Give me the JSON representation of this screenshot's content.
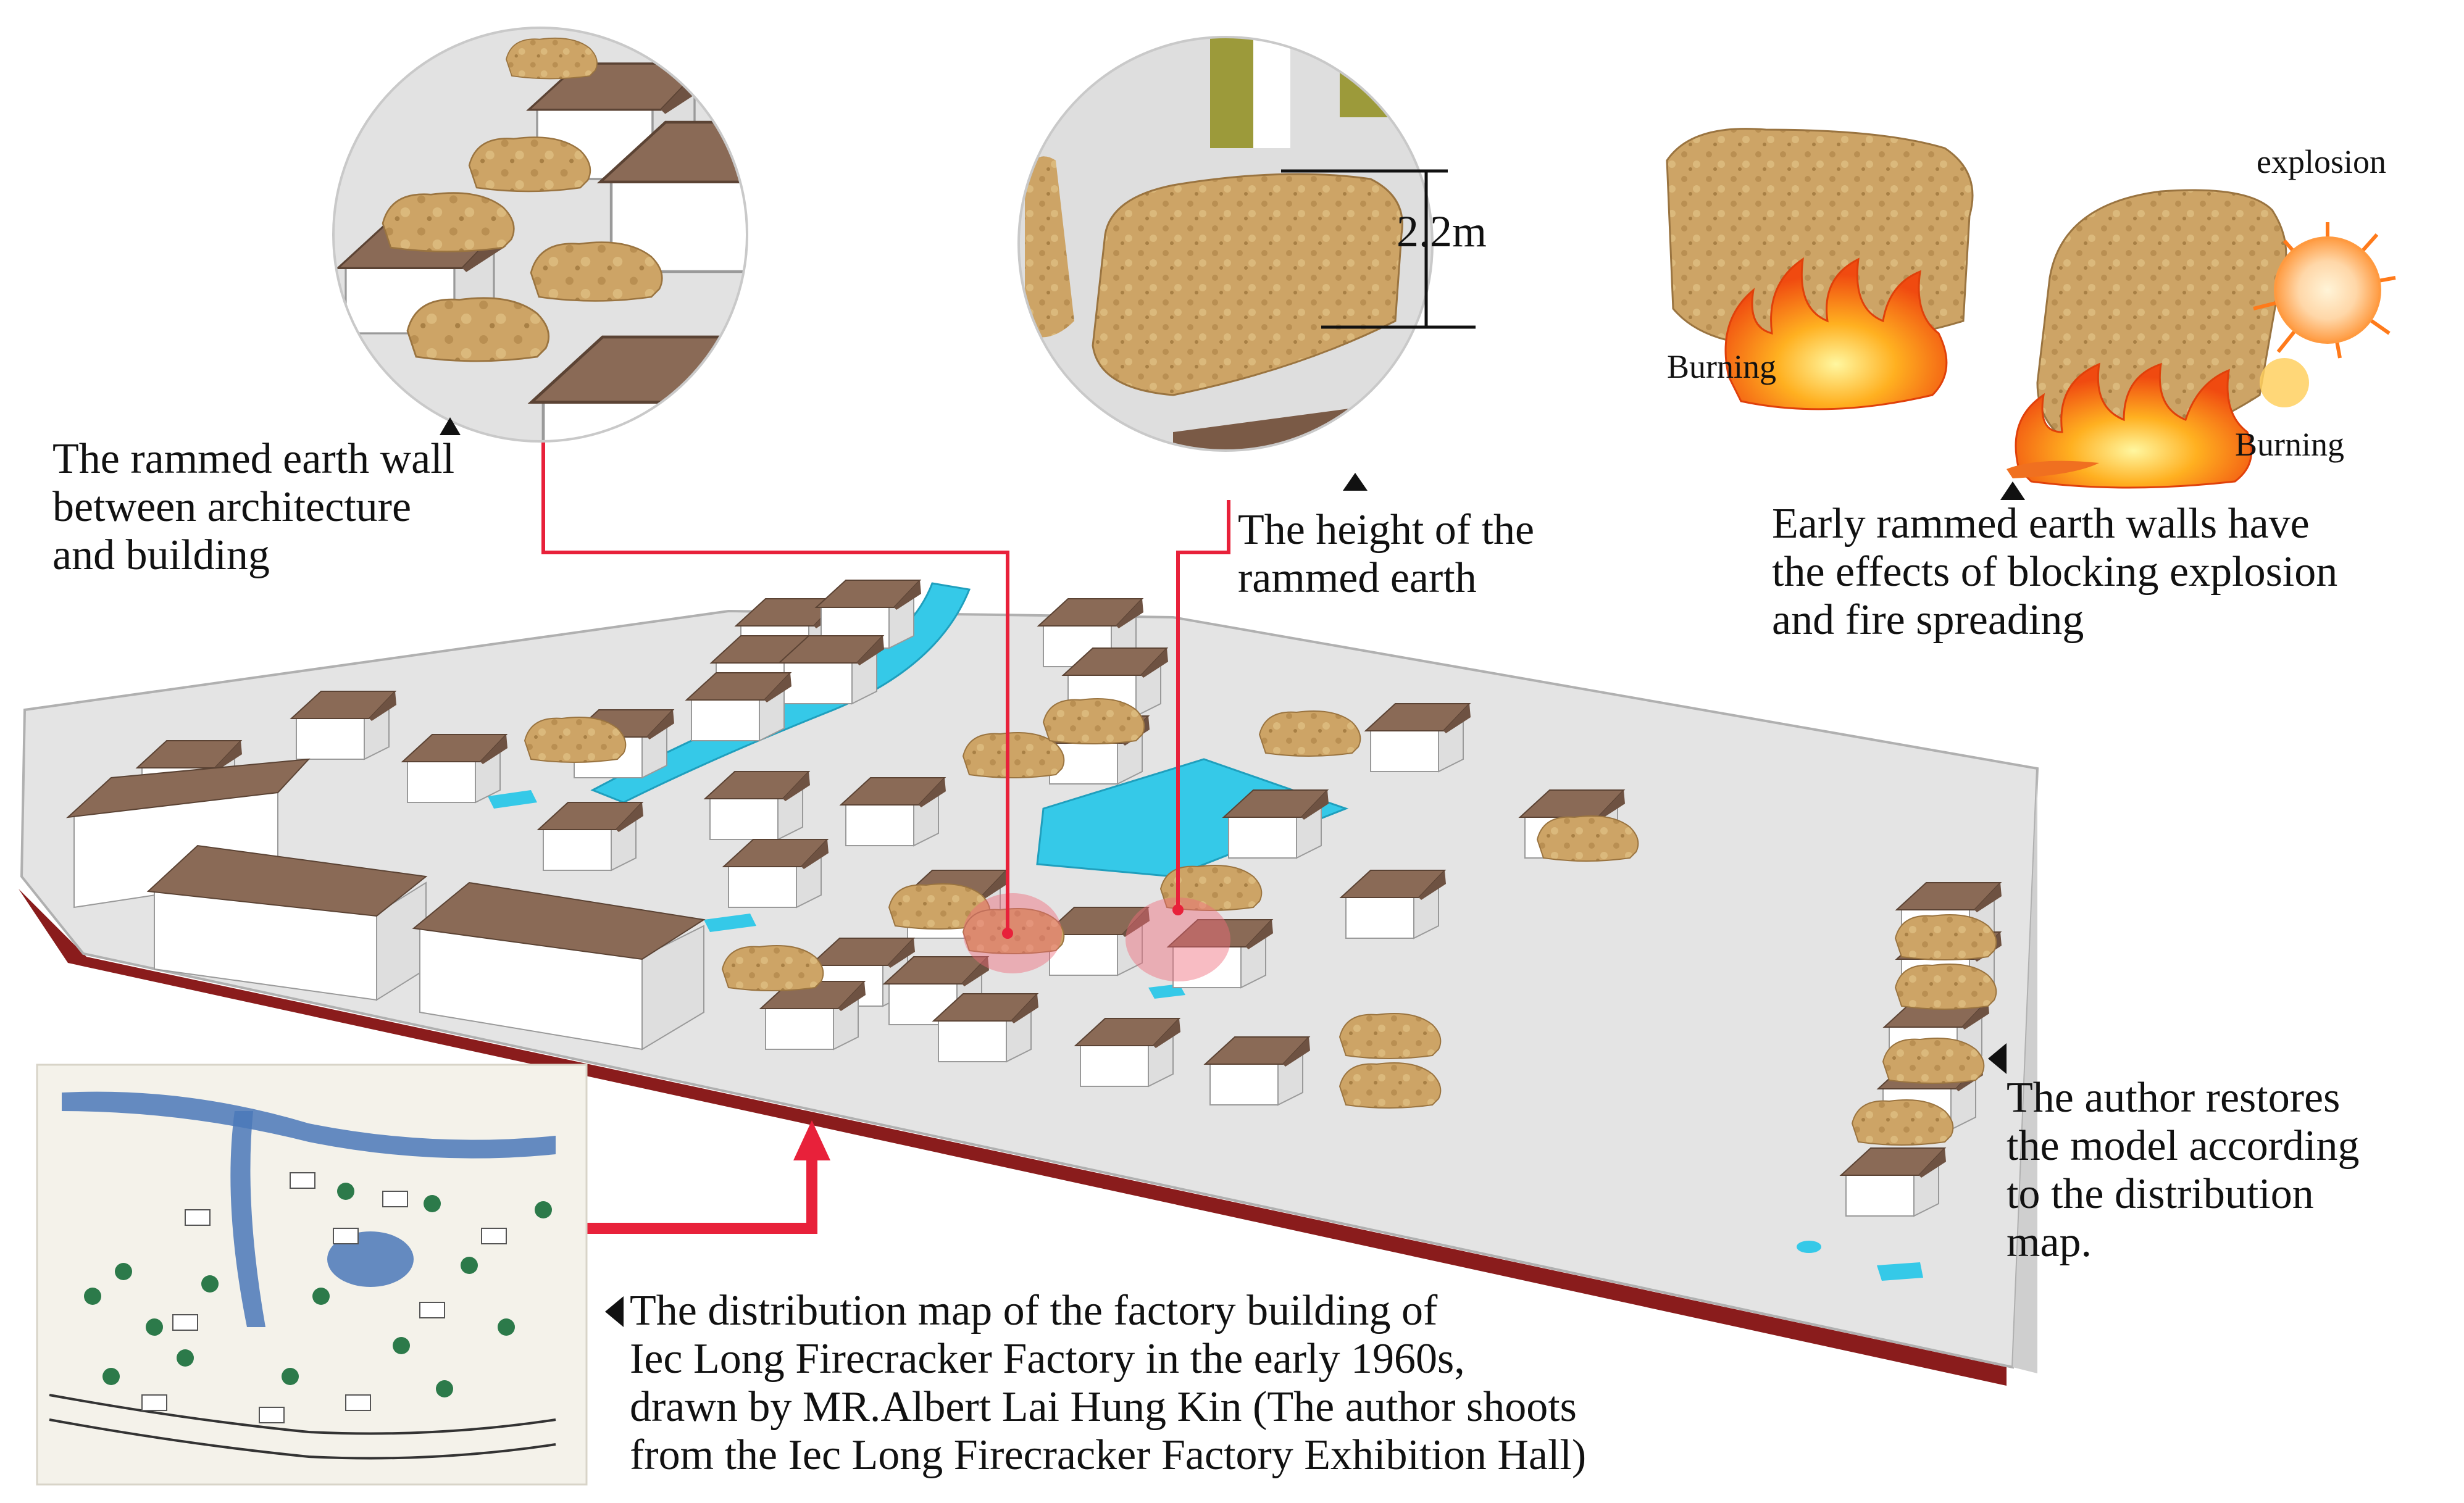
{
  "callouts": {
    "wall_between": "The rammed earth wall\nbetween architecture\nand building",
    "height": "The height of the\n rammed earth",
    "height_value": "2.2m",
    "early_walls": "Early rammed earth walls have\n the effects of blocking explosion\n and fire spreading",
    "label_explosion": "explosion",
    "label_burning_1": "Burning",
    "label_burning_2": "Burning",
    "restores": "The author restores\n the model according\nto the distribution\n map.",
    "map_caption": "The distribution map of the factory building of\n   Iec Long Firecracker Factory in the early 1960s,\n drawn by MR.Albert Lai Hung Kin (The author shoots\n from the Iec Long Firecracker  Factory Exhibition Hall)"
  },
  "colors": {
    "ground": "#e4e4e4",
    "ground_edge": "#b0b0b0",
    "water": "#35c9e8",
    "roof": "#8a6a56",
    "wall": "#ffffff",
    "rammed_earth": "#cfa86a",
    "leader_line": "#e8213a",
    "highlight": "#f06a7a"
  },
  "icons": [
    "magnifier-circle-wall",
    "magnifier-circle-height",
    "fire-icon",
    "explosion-icon",
    "pointer-triangle-icon",
    "red-arrow-icon"
  ]
}
